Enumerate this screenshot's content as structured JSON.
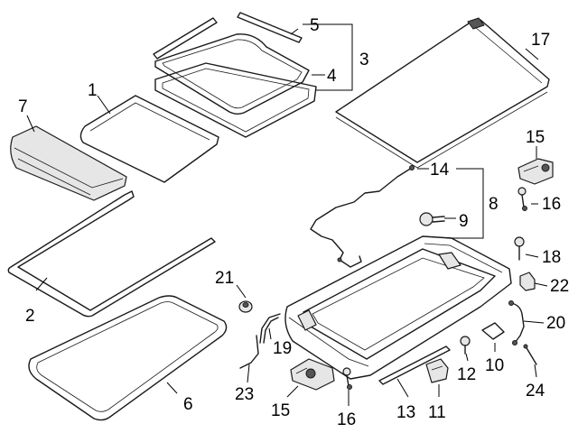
{
  "callouts": {
    "c1": "1",
    "c2": "2",
    "c3": "3",
    "c4": "4",
    "c5": "5",
    "c6": "6",
    "c7": "7",
    "c8": "8",
    "c9": "9",
    "c10": "10",
    "c11": "11",
    "c12": "12",
    "c13": "13",
    "c14": "14",
    "c15a": "15",
    "c15b": "15",
    "c16a": "16",
    "c16b": "16",
    "c17": "17",
    "c18": "18",
    "c19": "19",
    "c20": "20",
    "c21": "21",
    "c22": "22",
    "c23": "23",
    "c24": "24"
  }
}
